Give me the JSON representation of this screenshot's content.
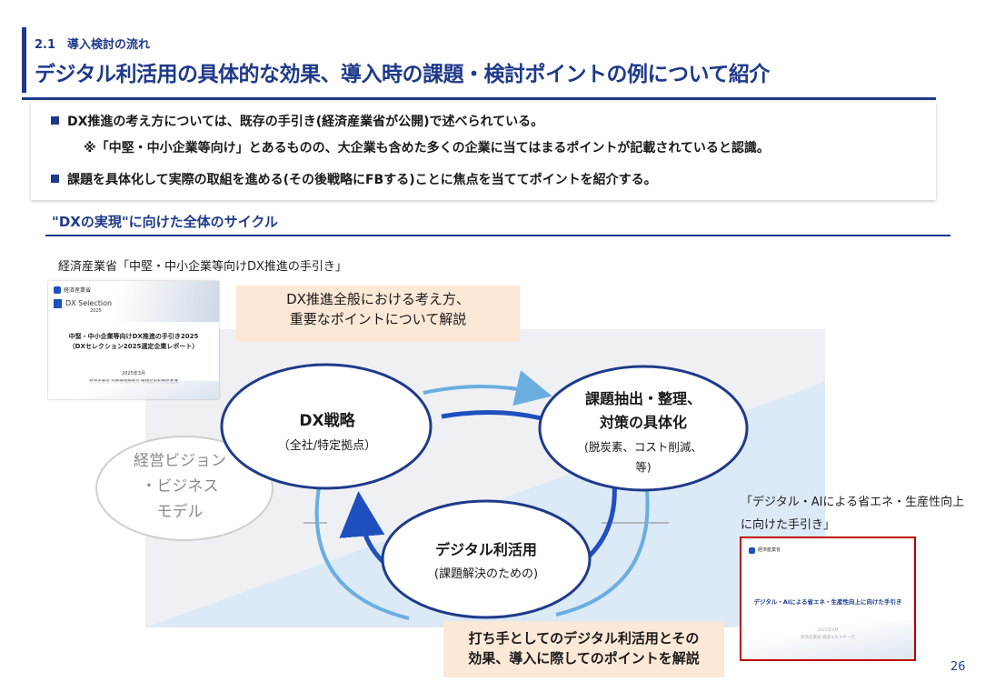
{
  "header": {
    "section": "2.1　導入検討の流れ",
    "title": "デジタル利活用の具体的な効果、導入時の課題・検討ポイントの例について紹介"
  },
  "summary": {
    "bullet1": "DX推進の考え方については、既存の手引き(経済産業省が公開)で述べられている。",
    "bullet1_note": "※「中堅・中小企業等向け」とあるものの、大企業も含めた多くの企業に当てはまるポイントが記載されていると認識。",
    "bullet2": "課題を具体化して実際の取組を進める(その後戦略にFBする)ことに焦点を当ててポイントを紹介する。"
  },
  "section": {
    "subtitle": "\"DXの実現\"に向けた全体のサイクル"
  },
  "doc_left": {
    "caption": "経済産業省「中堅・中小企業等向けDX推進の手引き」",
    "logo_text": "経済産業省",
    "brand": "DX Selection",
    "brand_year": "2025",
    "title_line1": "中堅・中小企業等向けDX推進の手引き2025",
    "title_line2": "（DXセレクション2025選定企業レポート）",
    "date": "2025年3月",
    "publisher": "経済産業省 商務情報政策局 情報技術利用促進課"
  },
  "callout_top": {
    "line1": "DX推進全般における考え方、",
    "line2": "重要なポイントについて解説"
  },
  "cycle": {
    "strategy": {
      "title": "DX戦略",
      "sub": "（全社/特定拠点）"
    },
    "issues": {
      "line1": "課題抽出・整理、",
      "line2": "対策の具体化",
      "sub1": "(脱炭素、コスト削減、",
      "sub2": "等)"
    },
    "digital": {
      "title": "デジタル利活用",
      "sub": "(課題解決のための)"
    },
    "vision": {
      "line1": "経営ビジョン",
      "line2": "・ビジネス",
      "line3": "モデル"
    }
  },
  "callout_bottom": {
    "line1": "打ち手としてのデジタル利活用とその",
    "line2": "効果、導入に際してのポイントを解説"
  },
  "doc_right": {
    "caption_line1": "「デジタル・AIによる省エネ・生産性向上",
    "caption_line2": "に向けた手引き」",
    "logo_text": "経済産業省",
    "title": "デジタル・AIによる省エネ・生産性向上に向けた手引き",
    "date": "2025年3月",
    "publisher": "経済産業省 資源エネルギー庁"
  },
  "page_number": "26",
  "colors": {
    "primary": "#1f3a8a",
    "callout": "#fce8d6",
    "light_blue": "#dbe8f5",
    "arrow_light": "#6aaee0",
    "frame_red": "#c00000"
  }
}
